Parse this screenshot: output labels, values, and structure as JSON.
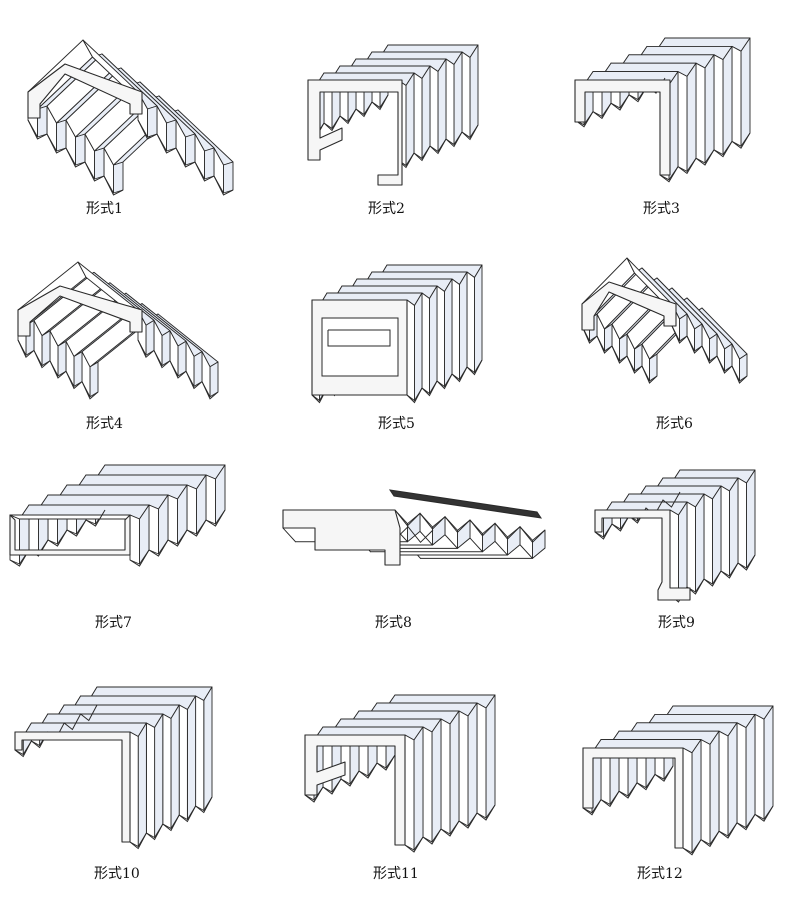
{
  "diagram": {
    "forms": [
      {
        "id": 1,
        "label": "形式1",
        "style": "arch-skirt"
      },
      {
        "id": 2,
        "label": "形式2",
        "style": "box-return-both"
      },
      {
        "id": 3,
        "label": "形式3",
        "style": "flat-skirt"
      },
      {
        "id": 4,
        "label": "形式4",
        "style": "arch-skirt"
      },
      {
        "id": 5,
        "label": "形式5",
        "style": "frame-box"
      },
      {
        "id": 6,
        "label": "形式6",
        "style": "arch-skirt"
      },
      {
        "id": 7,
        "label": "形式7",
        "style": "flat"
      },
      {
        "id": 8,
        "label": "形式8",
        "style": "flat-plate"
      },
      {
        "id": 9,
        "label": "形式9",
        "style": "flat-hook"
      },
      {
        "id": 10,
        "label": "形式10",
        "style": "flat-deep"
      },
      {
        "id": 11,
        "label": "形式11",
        "style": "box-return-both"
      },
      {
        "id": 12,
        "label": "形式12",
        "style": "flat-skirt"
      }
    ],
    "colors": {
      "stroke": "#2a2a2a",
      "fold_light": "#ffffff",
      "fold_shade": "#e8edf6",
      "end_face": "#f6f6f6",
      "plate_dark": "#333333"
    }
  }
}
